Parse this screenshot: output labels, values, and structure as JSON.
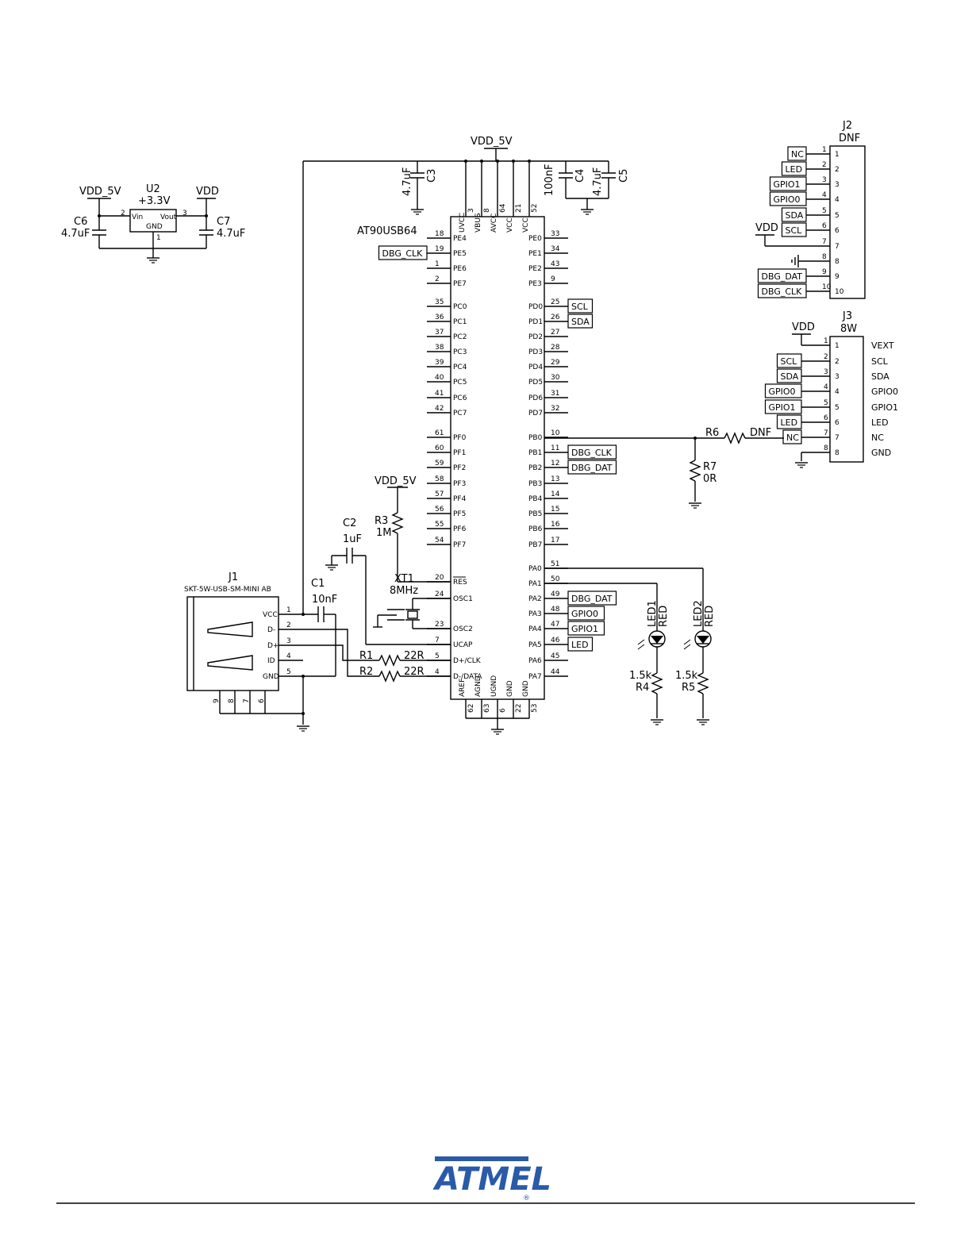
{
  "power": {
    "vdd5v": "VDD_5V",
    "vdd": "VDD"
  },
  "regulator": {
    "ref": "U2",
    "value": "+3.3V",
    "pin_vin": "Vin",
    "pin_vout": "Vout",
    "pin_gnd": "GND",
    "pin_vin_num": "2",
    "pin_vout_num": "3",
    "pin_gnd_num": "1"
  },
  "caps": {
    "c6": {
      "ref": "C6",
      "value": "4.7uF"
    },
    "c7": {
      "ref": "C7",
      "value": "4.7uF"
    },
    "c3": {
      "ref": "C3",
      "value": "4.7uF"
    },
    "c4": {
      "ref": "C4",
      "value": "100nF"
    },
    "c5": {
      "ref": "C5",
      "value": "4.7uF"
    },
    "c1": {
      "ref": "C1",
      "value": "10nF"
    },
    "c2": {
      "ref": "C2",
      "value": "1uF"
    }
  },
  "mcu": {
    "name": "AT90USB64",
    "top_pins": [
      {
        "name": "UVCC",
        "num": "3"
      },
      {
        "name": "VBUS",
        "num": "8"
      },
      {
        "name": "AVCC",
        "num": "64"
      },
      {
        "name": "VCC",
        "num": "21"
      },
      {
        "name": "VCC",
        "num": "52"
      }
    ],
    "bottom_pins": [
      {
        "name": "AREF",
        "num": "62"
      },
      {
        "name": "AGND",
        "num": "63"
      },
      {
        "name": "UGND",
        "num": "6"
      },
      {
        "name": "GND",
        "num": "22"
      },
      {
        "name": "GND",
        "num": "53"
      }
    ],
    "left_pins": [
      {
        "name": "PE4",
        "num": "18"
      },
      {
        "name": "PE5",
        "num": "19"
      },
      {
        "name": "PE6",
        "num": "1"
      },
      {
        "name": "PE7",
        "num": "2"
      },
      {
        "name": "PC0",
        "num": "35"
      },
      {
        "name": "PC1",
        "num": "36"
      },
      {
        "name": "PC2",
        "num": "37"
      },
      {
        "name": "PC3",
        "num": "38"
      },
      {
        "name": "PC4",
        "num": "39"
      },
      {
        "name": "PC5",
        "num": "40"
      },
      {
        "name": "PC6",
        "num": "41"
      },
      {
        "name": "PC7",
        "num": "42"
      },
      {
        "name": "PF0",
        "num": "61"
      },
      {
        "name": "PF1",
        "num": "60"
      },
      {
        "name": "PF2",
        "num": "59"
      },
      {
        "name": "PF3",
        "num": "58"
      },
      {
        "name": "PF4",
        "num": "57"
      },
      {
        "name": "PF5",
        "num": "56"
      },
      {
        "name": "PF6",
        "num": "55"
      },
      {
        "name": "PF7",
        "num": "54"
      },
      {
        "name": "RES",
        "num": "20"
      },
      {
        "name": "OSC1",
        "num": "24"
      },
      {
        "name": "OSC2",
        "num": "23"
      },
      {
        "name": "UCAP",
        "num": "7"
      },
      {
        "name": "D+/CLK",
        "num": "5"
      },
      {
        "name": "D-/DATA",
        "num": "4"
      }
    ],
    "right_pins": [
      {
        "name": "PE0",
        "num": "33"
      },
      {
        "name": "PE1",
        "num": "34"
      },
      {
        "name": "PE2",
        "num": "43"
      },
      {
        "name": "PE3",
        "num": "9"
      },
      {
        "name": "PD0",
        "num": "25"
      },
      {
        "name": "PD1",
        "num": "26"
      },
      {
        "name": "PD2",
        "num": "27"
      },
      {
        "name": "PD3",
        "num": "28"
      },
      {
        "name": "PD4",
        "num": "29"
      },
      {
        "name": "PD5",
        "num": "30"
      },
      {
        "name": "PD6",
        "num": "31"
      },
      {
        "name": "PD7",
        "num": "32"
      },
      {
        "name": "PB0",
        "num": "10"
      },
      {
        "name": "PB1",
        "num": "11"
      },
      {
        "name": "PB2",
        "num": "12"
      },
      {
        "name": "PB3",
        "num": "13"
      },
      {
        "name": "PB4",
        "num": "14"
      },
      {
        "name": "PB5",
        "num": "15"
      },
      {
        "name": "PB6",
        "num": "16"
      },
      {
        "name": "PB7",
        "num": "17"
      },
      {
        "name": "PA0",
        "num": "51"
      },
      {
        "name": "PA1",
        "num": "50"
      },
      {
        "name": "PA2",
        "num": "49"
      },
      {
        "name": "PA3",
        "num": "48"
      },
      {
        "name": "PA4",
        "num": "47"
      },
      {
        "name": "PA5",
        "num": "46"
      },
      {
        "name": "PA6",
        "num": "45"
      },
      {
        "name": "PA7",
        "num": "44"
      }
    ]
  },
  "nets": {
    "dbg_clk": "DBG_CLK",
    "dbg_dat": "DBG_DAT",
    "scl": "SCL",
    "sda": "SDA",
    "gpio0": "GPIO0",
    "gpio1": "GPIO1",
    "led": "LED",
    "nc": "NC"
  },
  "j2": {
    "ref": "J2",
    "value": "DNF",
    "pins": [
      "1",
      "2",
      "3",
      "4",
      "5",
      "6",
      "7",
      "8",
      "9",
      "10"
    ]
  },
  "j3": {
    "ref": "J3",
    "value": "8W",
    "pins": [
      "1",
      "2",
      "3",
      "4",
      "5",
      "6",
      "7",
      "8"
    ],
    "labels": [
      "VEXT",
      "SCL",
      "SDA",
      "GPIO0",
      "GPIO1",
      "LED",
      "NC",
      "GND"
    ]
  },
  "resistors": {
    "r1": {
      "ref": "R1",
      "value": "22R"
    },
    "r2": {
      "ref": "R2",
      "value": "22R"
    },
    "r3": {
      "ref": "R3",
      "value": "1M"
    },
    "r4": {
      "ref": "R4",
      "value": "1.5k"
    },
    "r5": {
      "ref": "R5",
      "value": "1.5k"
    },
    "r6": {
      "ref": "R6",
      "value": "DNF"
    },
    "r7": {
      "ref": "R7",
      "value": "0R"
    }
  },
  "crystal": {
    "ref": "XT1",
    "value": "8MHz"
  },
  "leds": {
    "led1": {
      "ref": "LED1",
      "color": "RED"
    },
    "led2": {
      "ref": "LED2",
      "color": "RED"
    }
  },
  "j1": {
    "ref": "J1",
    "value": "SKT-5W-USB-SM-MINI AB",
    "pins": [
      {
        "name": "VCC",
        "num": "1"
      },
      {
        "name": "D-",
        "num": "2"
      },
      {
        "name": "D+",
        "num": "3"
      },
      {
        "name": "ID",
        "num": "4"
      },
      {
        "name": "GND",
        "num": "5"
      }
    ],
    "shield_pins": [
      "9",
      "8",
      "7",
      "6"
    ]
  },
  "footer": {
    "logo_text": "ATMEL",
    "logo_mark": "®"
  }
}
